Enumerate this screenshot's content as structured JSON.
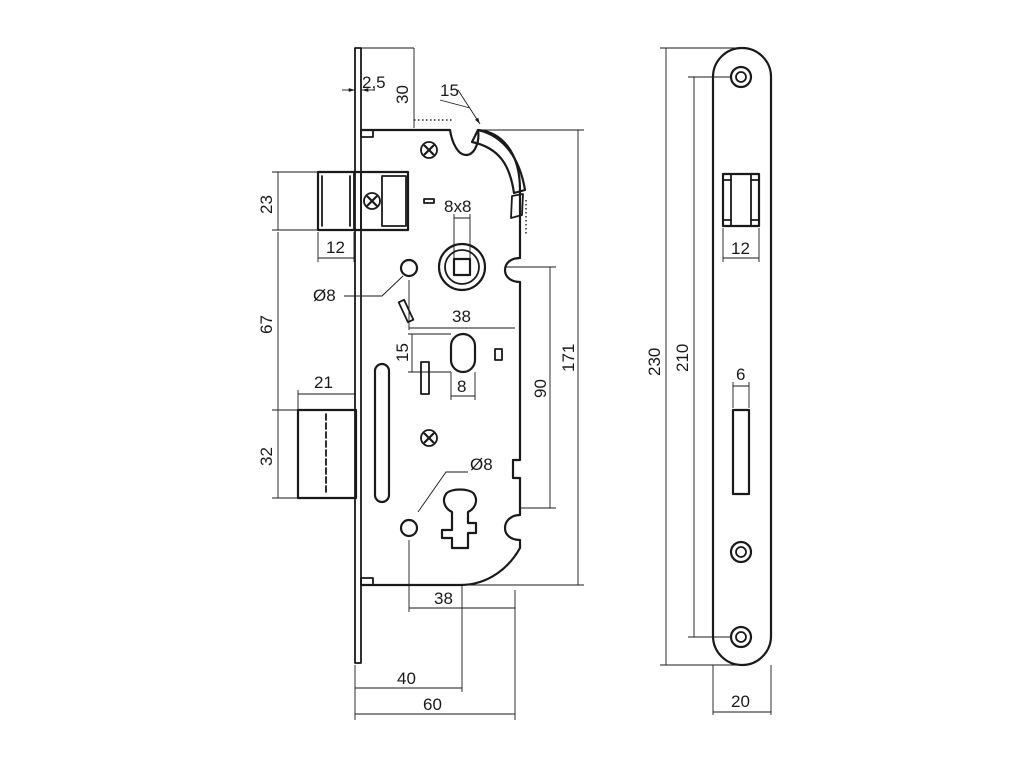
{
  "colors": {
    "ink": "#1a1a1a",
    "paper": "#ffffff"
  },
  "icons": {
    "screw": "phillips-screw-icon"
  },
  "dimensions": {
    "faceplate_thickness": "2,5",
    "backset_top": "30",
    "latch_angle": "15",
    "spindle_square": "8x8",
    "latch_height": "23",
    "latch_width": "12",
    "latch_to_bolt": "67",
    "bolt_width": "21",
    "bolt_height": "32",
    "fixing_hole_top": "Ø8",
    "fixing_hole_bottom": "Ø8",
    "slot_offset": "38",
    "slot_height": "15",
    "slot_width": "8",
    "spindle_to_key": "90",
    "case_height": "171",
    "bottom_offset": "38",
    "backset": "40",
    "case_depth": "60",
    "strike_height": "230",
    "strike_hole_spacing": "210",
    "strike_latch_window": "12",
    "strike_bolt_window": "6",
    "strike_width": "20"
  }
}
